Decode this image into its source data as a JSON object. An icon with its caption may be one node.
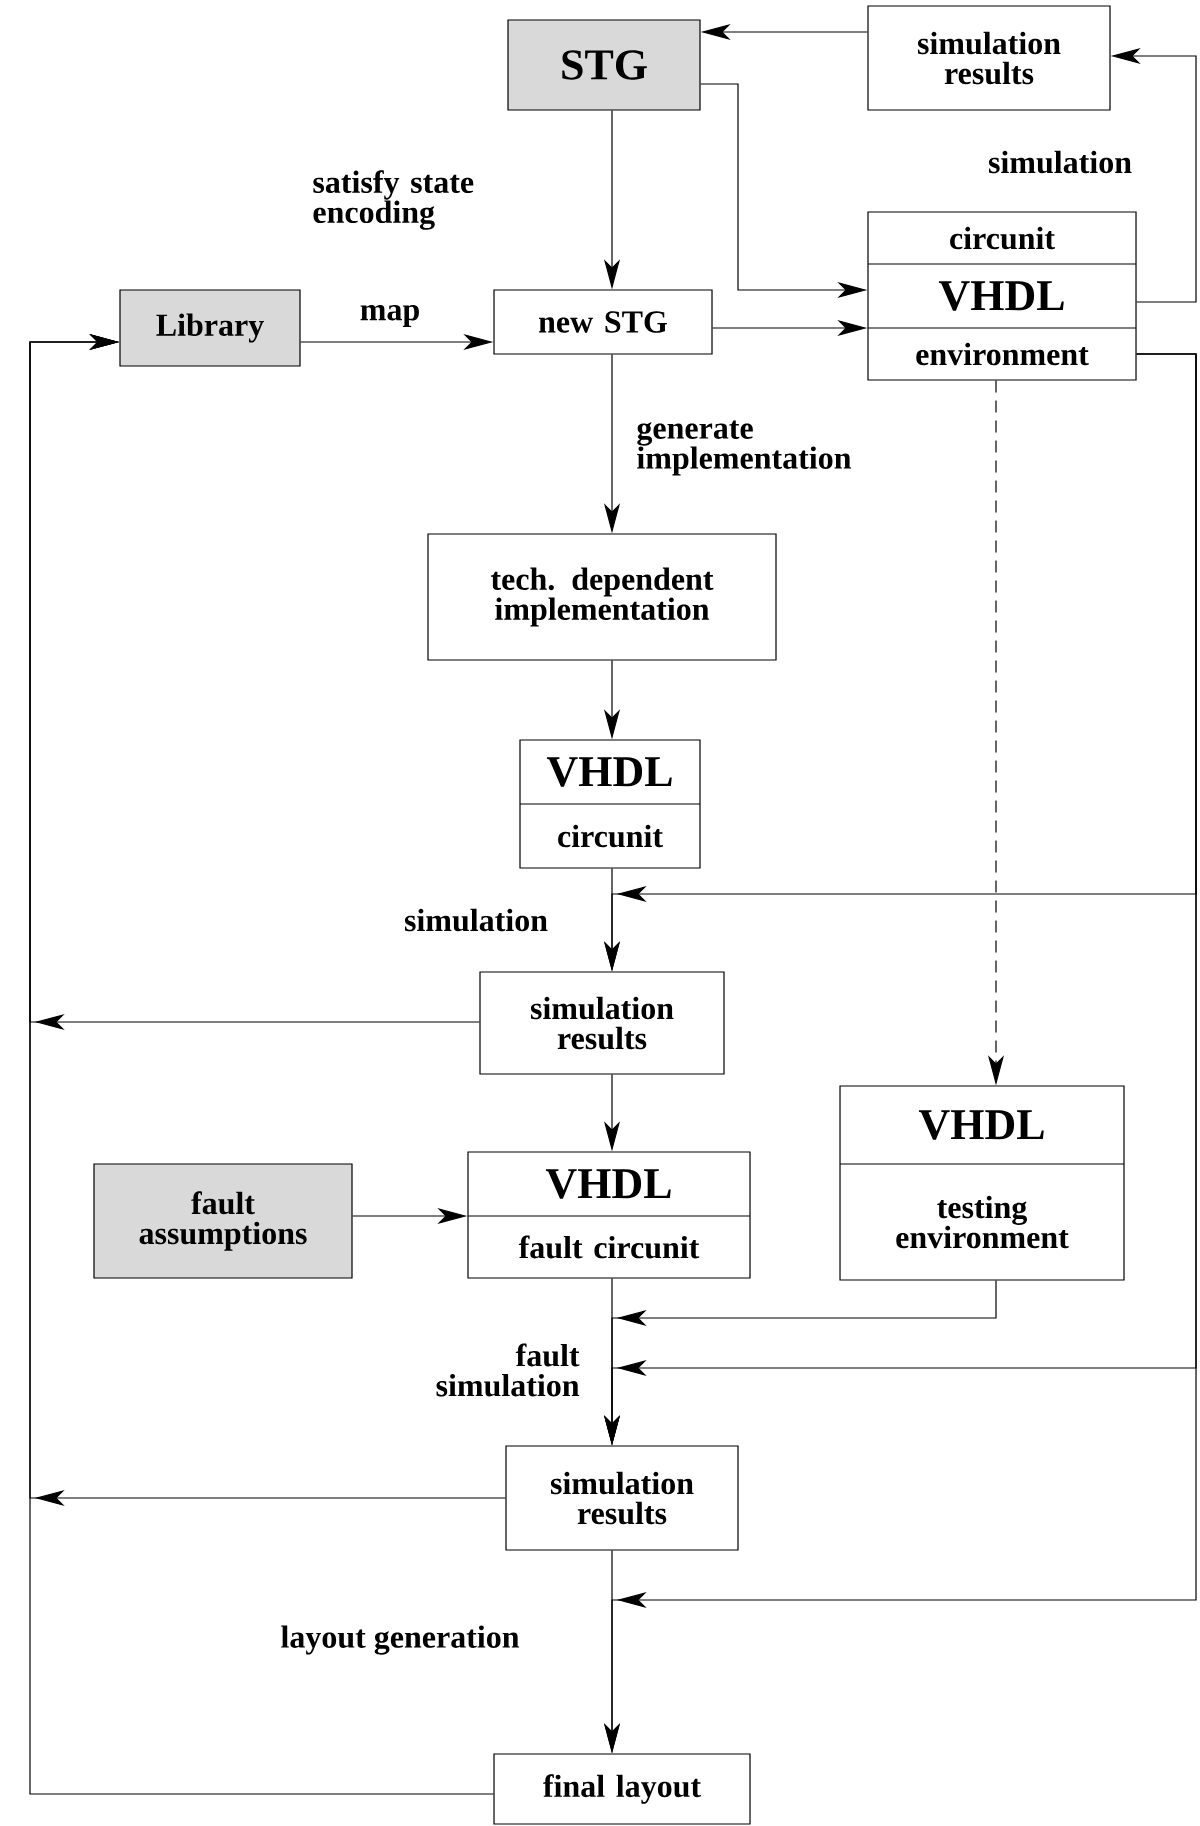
{
  "diagram": {
    "nodes": [
      {
        "text": [
          "STG"
        ]
      },
      {
        "text": [
          "simulation results"
        ]
      },
      {
        "text": [
          "Library"
        ]
      },
      {
        "text": [
          "new STG"
        ]
      },
      {
        "text": [
          "circunit",
          "VHDL",
          "environment"
        ]
      },
      {
        "text": [
          "tech. dependent implementation"
        ]
      },
      {
        "text": [
          "VHDL",
          "circunit"
        ]
      },
      {
        "text": [
          "simulation results"
        ]
      },
      {
        "text": [
          "VHDL",
          "testing environment"
        ]
      },
      {
        "text": [
          "fault assumptions"
        ]
      },
      {
        "text": [
          "VHDL",
          "fault circunit"
        ]
      },
      {
        "text": [
          "simulation results"
        ]
      },
      {
        "text": [
          "final layout"
        ]
      }
    ],
    "edges": [
      {
        "from": 1,
        "to": 0,
        "arrow": "to"
      },
      {
        "from": 4,
        "to": 1,
        "arrow": "to",
        "label": "simulation"
      },
      {
        "from": 0,
        "to": 3,
        "arrow": "to",
        "label": "satisfy state encoding"
      },
      {
        "from": 0,
        "to": 4,
        "arrow": "to"
      },
      {
        "from": 2,
        "to": 3,
        "arrow": "to",
        "label": "map"
      },
      {
        "from": 3,
        "to": 4,
        "arrow": "to"
      },
      {
        "from": 3,
        "to": 5,
        "arrow": "to",
        "label": "generate implementation"
      },
      {
        "from": 5,
        "to": 6,
        "arrow": "to"
      },
      {
        "from": 6,
        "to": 7,
        "arrow": "to",
        "label": "simulation"
      },
      {
        "from": 4,
        "to": 8,
        "arrow": "to",
        "style": "dashed"
      },
      {
        "from": 4,
        "to": 7,
        "arrow": "to"
      },
      {
        "from": 7,
        "to": 2,
        "arrow": "to"
      },
      {
        "from": 7,
        "to": 10,
        "arrow": "to"
      },
      {
        "from": 9,
        "to": 10,
        "arrow": "to"
      },
      {
        "from": 8,
        "to": 11,
        "arrow": "to"
      },
      {
        "from": 4,
        "to": 11,
        "arrow": "to"
      },
      {
        "from": 10,
        "to": 11,
        "arrow": "to",
        "label": "fault simulation"
      },
      {
        "from": 11,
        "to": 2,
        "arrow": "to"
      },
      {
        "from": 4,
        "to": 12,
        "arrow": "to"
      },
      {
        "from": 11,
        "to": 12,
        "arrow": "to",
        "label": "layout generation"
      },
      {
        "from": 12,
        "to": 2,
        "arrow": "to"
      }
    ]
  }
}
